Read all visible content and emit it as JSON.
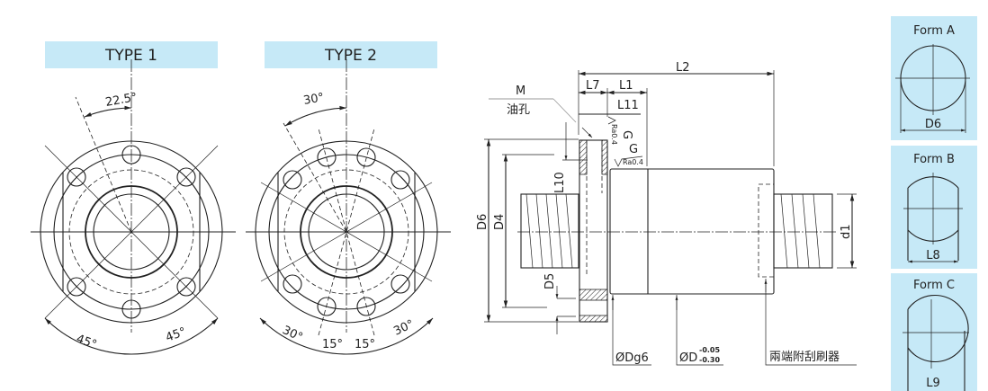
{
  "type1": {
    "title": "TYPE 1",
    "angle_top": "22.5°",
    "angle_left": "45°",
    "angle_right": "45°"
  },
  "type2": {
    "title": "TYPE 2",
    "angle_top": "30°",
    "angle_left": "30°",
    "angle_mid_left": "15°",
    "angle_mid_right": "15°",
    "angle_right": "30°"
  },
  "side_view": {
    "dims": {
      "L2": "L2",
      "L7": "L7",
      "L1": "L1",
      "L11": "L11",
      "L10": "L10",
      "D6": "D6",
      "D4": "D4",
      "D5": "D5",
      "d1": "d1",
      "G1": "G",
      "G2": "G",
      "Ra1": "Ra0.4",
      "Ra2": "Ra0.4"
    },
    "oil_hole_label": "M",
    "oil_hole_cn": "油孔",
    "dg6": "ØDg6",
    "d_label": "ØD",
    "tol_upper": "-0.05",
    "tol_lower": "-0.30",
    "wiper_note": "兩端附刮刷器"
  },
  "forms": [
    {
      "title": "Form A",
      "dim": "D6"
    },
    {
      "title": "Form B",
      "dim": "L8"
    },
    {
      "title": "Form C",
      "dim": "L9"
    }
  ],
  "colors": {
    "header_bg": "#c6e9f7",
    "line": "#222222"
  }
}
